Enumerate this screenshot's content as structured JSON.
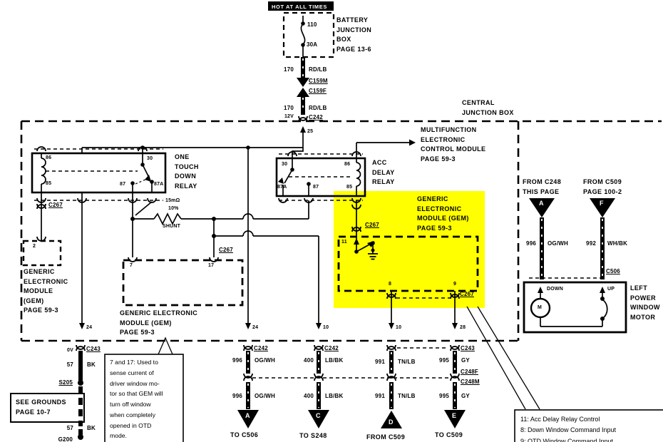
{
  "top": {
    "hot_tag": "HOT AT ALL TIMES",
    "battery_box_label": [
      "BATTERY",
      "JUNCTION",
      "BOX",
      "PAGE 13-6"
    ],
    "fuse_id": "110",
    "fuse_rating": "30A",
    "wire": {
      "circuit": "170",
      "color": "RD/LB"
    },
    "conn_m": "C159M",
    "conn_f": "C159F",
    "voltage": "12V",
    "conn_c242": "C242"
  },
  "cjb": {
    "label": [
      "CENTRAL",
      "JUNCTION BOX"
    ],
    "pin_25": "25"
  },
  "multifunction_label": [
    "MULTIFUNCTION",
    "ELECTRONIC",
    "CONTROL MODULE",
    "PAGE 59-3"
  ],
  "one_touch_relay": {
    "label": [
      "ONE",
      "TOUCH",
      "DOWN",
      "RELAY"
    ],
    "pin_86": "86",
    "pin_85": "85",
    "pin_30": "30",
    "pin_87": "87",
    "pin_87a": "87A"
  },
  "acc_relay": {
    "label": [
      "ACC",
      "DELAY",
      "RELAY"
    ],
    "pin_30": "30",
    "pin_86": "86",
    "pin_87a": "87A",
    "pin_87": "87",
    "pin_85": "85"
  },
  "shunt": {
    "value": "15mΩ",
    "tolerance": "10%",
    "name": "SHUNT"
  },
  "conn_c267_left": "C267",
  "gem_left": {
    "pin_2": "2",
    "label": [
      "GENERIC",
      "ELECTRONIC",
      "MODULE",
      "(GEM)",
      "PAGE 59-3"
    ]
  },
  "gem_mid": {
    "pin_7": "7",
    "pin_17": "17",
    "conn": "C267",
    "label": [
      "GENERIC ELECTRONIC",
      "MODULE (GEM)",
      "PAGE 59-3"
    ]
  },
  "gem_main": {
    "label": [
      "GENERIC",
      "ELECTRONIC",
      "MODULE (GEM)",
      "PAGE 59-3"
    ],
    "conn_top": "C267",
    "pin_11": "11",
    "pin_8": "8",
    "pin_9": "9",
    "conn_bottom": "C267"
  },
  "right": {
    "src_a": [
      "FROM C248",
      "THIS PAGE"
    ],
    "tri_a": "A",
    "src_f": [
      "FROM C509",
      "PAGE 100-2"
    ],
    "tri_f": "F",
    "wire_a": {
      "circuit": "996",
      "color": "OG/WH"
    },
    "wire_f": {
      "circuit": "992",
      "color": "WH/BK"
    },
    "conn_c506": "C506",
    "motor": {
      "label": [
        "LEFT",
        "POWER",
        "WINDOW",
        "MOTOR"
      ],
      "down": "DOWN",
      "up": "UP",
      "m": "M"
    }
  },
  "exits": {
    "p24_left": "24",
    "p24": "24",
    "p10_a": "10",
    "p10_b": "10",
    "p28": "28"
  },
  "ground_col": {
    "voltage": "0V",
    "conn": "C243",
    "circuit": "57",
    "color": "BK",
    "splice": "S205",
    "see_grounds": [
      "SEE GROUNDS",
      "PAGE 10-7"
    ],
    "ground": "G200"
  },
  "col_a": {
    "conn": "C242",
    "circuit": "996",
    "color": "OG/WH",
    "tri": "A",
    "dest": "TO C506"
  },
  "col_c": {
    "conn": "C242",
    "circuit": "400",
    "color": "LB/BK",
    "tri": "C",
    "dest": "TO S248"
  },
  "col_d": {
    "circuit": "991",
    "color": "TN/LB",
    "tri": "D",
    "dest": "FROM C509"
  },
  "col_e": {
    "conn": "C243",
    "circuit": "995",
    "color": "GY",
    "conn_f": "C248F",
    "conn_m": "C248M",
    "tri": "E",
    "dest": "TO C509"
  },
  "note_sense": [
    "7 and 17: Used to",
    "sense current of",
    "driver window mo-",
    "tor so that GEM will",
    "turn off window",
    "when completely",
    "opened in OTD",
    "mode."
  ],
  "note_pins": [
    "11: Acc Delay Relay Control",
    "8: Down Window Command Input",
    "9: OTD Window Command Input"
  ],
  "colors": {
    "highlight": "#ffff00",
    "line": "#000000"
  }
}
